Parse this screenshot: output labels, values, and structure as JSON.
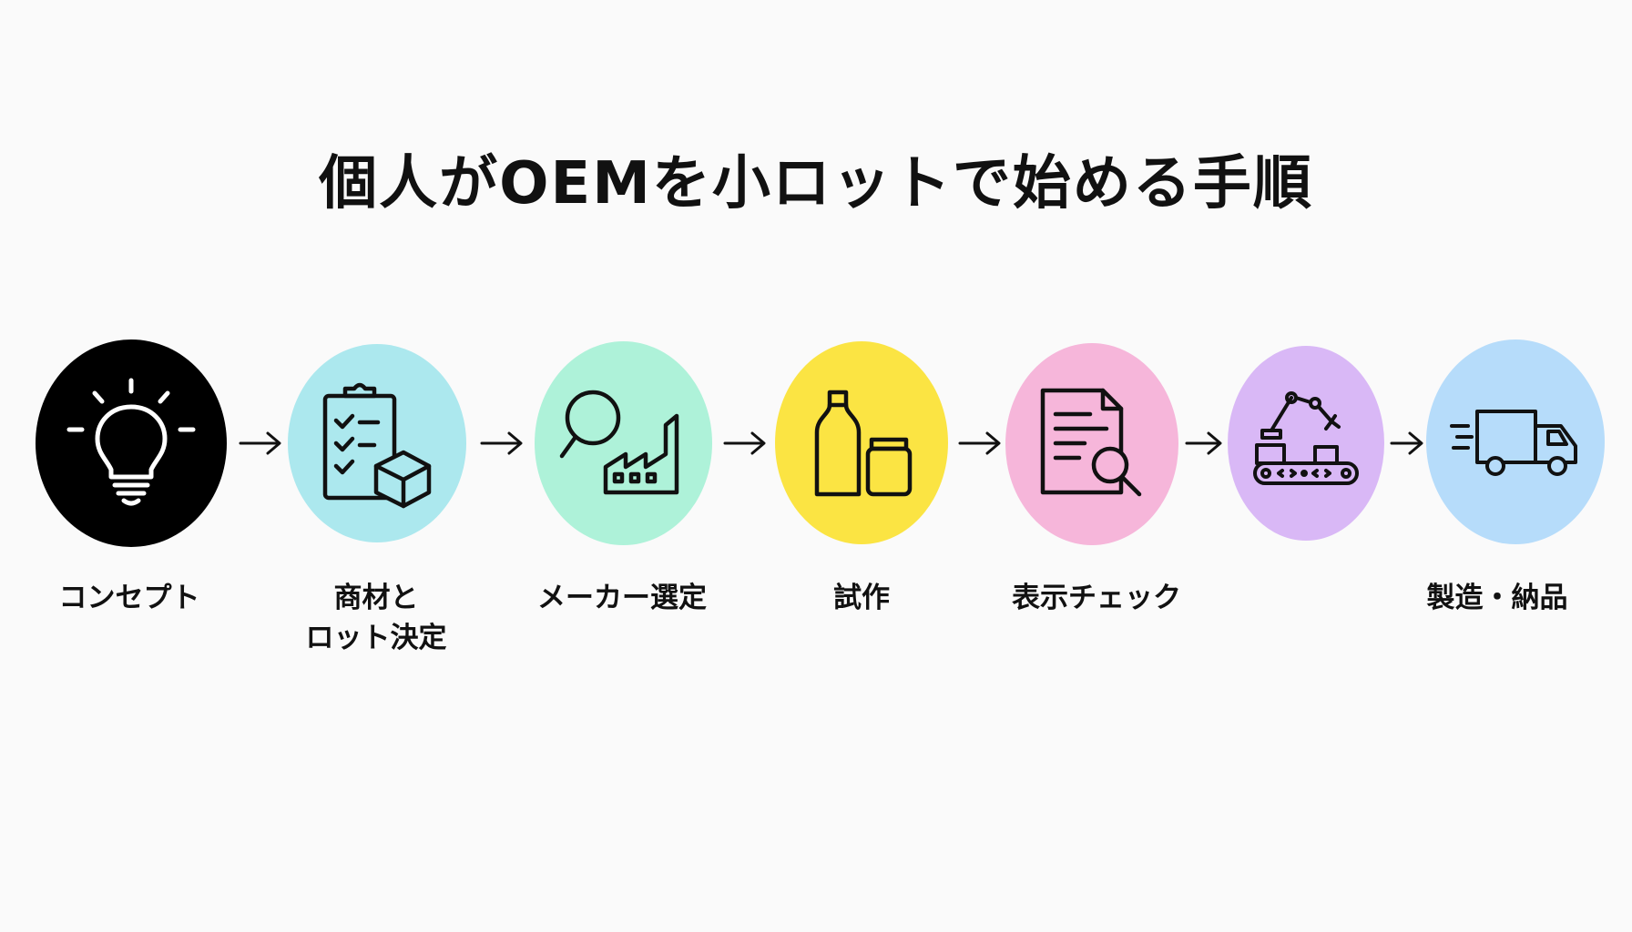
{
  "title": "個人がOEMを小ロットで始める手順",
  "steps": [
    {
      "label": "コンセプト",
      "color": "#000000",
      "icon": "lightbulb-icon"
    },
    {
      "label": "商材と\nロット決定",
      "color": "#ace8ee",
      "icon": "clipboard-checklist-box-icon"
    },
    {
      "label": "メーカー選定",
      "color": "#aef2d9",
      "icon": "search-factory-icon"
    },
    {
      "label": "試作",
      "color": "#fbe443",
      "icon": "bottle-jar-icon"
    },
    {
      "label": "表示チェック",
      "color": "#f6b6da",
      "icon": "document-search-icon"
    },
    {
      "label": "",
      "color": "#d9b8f6",
      "icon": "robot-arm-conveyor-icon"
    },
    {
      "label": "製造・納品",
      "color": "#b6dcfa",
      "icon": "delivery-truck-icon"
    }
  ]
}
